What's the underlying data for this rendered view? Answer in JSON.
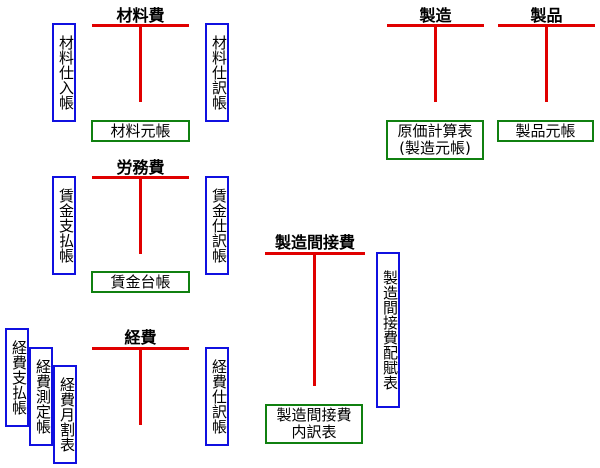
{
  "accounts": {
    "materials": {
      "title": "材料費",
      "left_book": "材料仕入帳",
      "right_book": "材料仕訳帳",
      "bottom_book": "材料元帳"
    },
    "labor": {
      "title": "労務費",
      "left_book": "賃金支払帳",
      "right_book": "賃金仕訳帳",
      "bottom_book": "賃金台帳"
    },
    "expenses": {
      "title": "経費",
      "left_books": [
        "経費支払帳",
        "経費測定帳",
        "経費月割表"
      ],
      "right_book": "経費仕訳帳"
    },
    "overhead": {
      "title": "製造間接費",
      "right_book": "製造間接費配賦表",
      "bottom_book": "製造間接費\n内訳表"
    },
    "manufacturing": {
      "title": "製造",
      "bottom_book": "原価計算表\n(製造元帳)"
    },
    "products": {
      "title": "製品",
      "bottom_book": "製品元帳"
    }
  },
  "colors": {
    "t_account_line": "#e00000",
    "journal_box_border": "#1010e0",
    "ledger_box_border": "#108010"
  }
}
